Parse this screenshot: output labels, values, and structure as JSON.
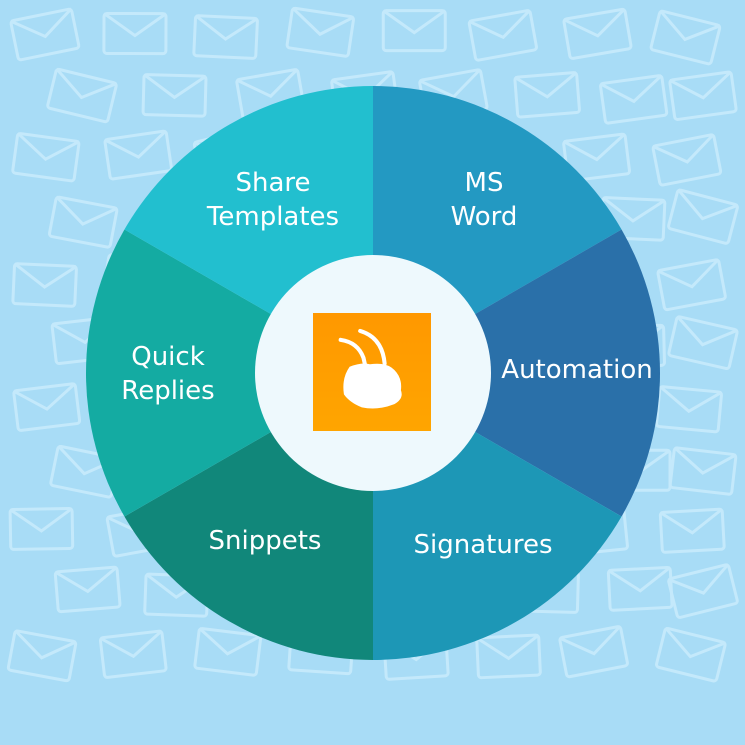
{
  "center": {
    "icon": "clipboard-bug-logo"
  },
  "segments": [
    {
      "label": "MS Word",
      "lines": [
        "MS",
        "Word"
      ],
      "color": "#2399c2"
    },
    {
      "label": "Automation",
      "lines": [
        "Automation"
      ],
      "color": "#2a70a9"
    },
    {
      "label": "Signatures",
      "lines": [
        "Signatures"
      ],
      "color": "#1d97b6"
    },
    {
      "label": "Snippets",
      "lines": [
        "Snippets"
      ],
      "color": "#11877a"
    },
    {
      "label": "Quick Replies",
      "lines": [
        "Quick",
        "Replies"
      ],
      "color": "#14aba2"
    },
    {
      "label": "Share Templates",
      "lines": [
        "Share",
        "Templates"
      ],
      "color": "#22bfcf"
    }
  ],
  "colors": {
    "background": "#a8dcf6",
    "envelope": "#c4e9fb",
    "center": "#eef9fd",
    "logo": "#ff9800"
  }
}
